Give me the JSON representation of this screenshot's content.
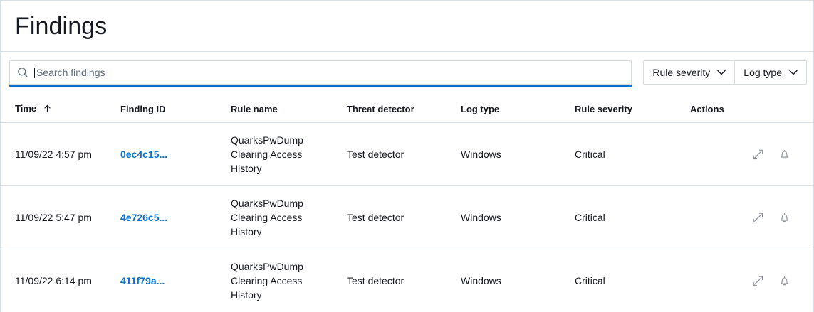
{
  "page": {
    "title": "Findings"
  },
  "search": {
    "placeholder": "Search findings",
    "value": "",
    "icon": "search-icon",
    "focused": true,
    "focus_color": "#0972d3"
  },
  "filters": [
    {
      "label": "Rule severity",
      "icon": "chevron-down-icon"
    },
    {
      "label": "Log type",
      "icon": "chevron-down-icon"
    }
  ],
  "table": {
    "sort": {
      "column": "Time",
      "direction": "ascending",
      "icon": "arrow-up-icon"
    },
    "columns": [
      {
        "key": "time",
        "label": "Time",
        "align": "left"
      },
      {
        "key": "id",
        "label": "Finding ID",
        "align": "left"
      },
      {
        "key": "rule",
        "label": "Rule name",
        "align": "left"
      },
      {
        "key": "detector",
        "label": "Threat detector",
        "align": "left"
      },
      {
        "key": "logtype",
        "label": "Log type",
        "align": "left"
      },
      {
        "key": "severity",
        "label": "Rule severity",
        "align": "left"
      },
      {
        "key": "actions",
        "label": "Actions",
        "align": "right"
      }
    ],
    "rows": [
      {
        "time": "11/09/22 4:57 pm",
        "id": "0ec4c15...",
        "rule": "QuarksPwDump Clearing Access History",
        "detector": "Test detector",
        "logtype": "Windows",
        "severity": "Critical",
        "actions": [
          "expand-icon",
          "bell-icon"
        ]
      },
      {
        "time": "11/09/22 5:47 pm",
        "id": "4e726c5...",
        "rule": "QuarksPwDump Clearing Access History",
        "detector": "Test detector",
        "logtype": "Windows",
        "severity": "Critical",
        "actions": [
          "expand-icon",
          "bell-icon"
        ]
      },
      {
        "time": "11/09/22 6:14 pm",
        "id": "411f79a...",
        "rule": "QuarksPwDump Clearing Access History",
        "detector": "Test detector",
        "logtype": "Windows",
        "severity": "Critical",
        "actions": [
          "expand-icon",
          "bell-icon"
        ]
      }
    ]
  },
  "colors": {
    "link": "#0972d3",
    "text": "#16191f",
    "muted": "#5f6b7a",
    "border": "#d9dfe6",
    "icon": "#8c9097"
  }
}
